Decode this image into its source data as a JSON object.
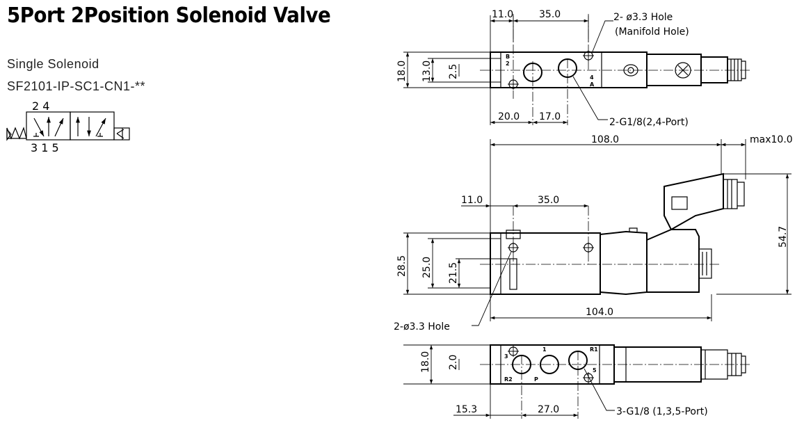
{
  "title": "5Port 2Position Solenoid Valve",
  "subtitle": "Single Solenoid",
  "model": "SF2101-IP-SC1-CN1-**",
  "symbol": {
    "ports_top": "2 4",
    "ports_bottom": "3 1 5"
  },
  "top_view": {
    "dim_11": "11.0",
    "dim_35": "35.0",
    "hole_note_1": "2- ø3.3 Hole",
    "hole_note_2": "(Manifold Hole)",
    "dim_18": "18.0",
    "dim_13": "13.0",
    "dim_2_5": "2.5",
    "dim_20": "20.0",
    "dim_17": "17.0",
    "port_note": "2-G1/8(2,4-Port)",
    "mark_b": "B",
    "mark_2": "2",
    "mark_4": "4",
    "mark_a": "A"
  },
  "side_view": {
    "dim_108": "108.0",
    "dim_max10": "max10.0",
    "dim_11": "11.0",
    "dim_35": "35.0",
    "dim_54_7": "54.7",
    "dim_28_5": "28.5",
    "dim_25": "25.0",
    "dim_21_5": "21.5",
    "dim_104": "104.0",
    "hole_note": "2-ø3.3 Hole"
  },
  "bottom_view": {
    "dim_18": "18.0",
    "dim_2": "2.0",
    "dim_15_3": "15.3",
    "dim_27": "27.0",
    "port_note": "3-G1/8 (1,3,5-Port)",
    "mark_3": "3",
    "mark_1": "1",
    "mark_r1": "R1",
    "mark_r2": "R2",
    "mark_p": "P",
    "mark_5": "5"
  }
}
